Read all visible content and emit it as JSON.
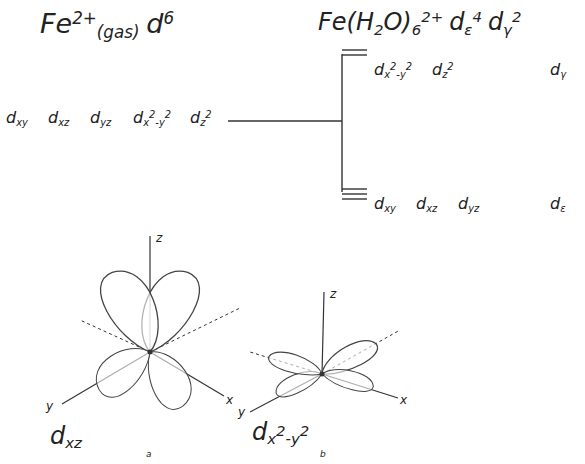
{
  "diagram": {
    "labels": [
      "Fe",
      "2+",
      "(gas)",
      "d",
      "6",
      "Fe(H",
      "2",
      "O)",
      "6",
      "2+",
      "d",
      "ε",
      "4",
      "d",
      "γ",
      "2",
      "d",
      "xy",
      "d",
      "xz",
      "d",
      "yz",
      "d",
      "x",
      "2",
      "-y",
      "2",
      "d",
      "z",
      "2",
      "d",
      "x",
      "2",
      "-y",
      "2",
      "d",
      "z",
      "2",
      "d",
      "γ",
      "d",
      "xy",
      "d",
      "xz",
      "d",
      "yz",
      "d",
      "ε",
      "z",
      "y",
      "x",
      "d",
      "xz",
      "a",
      "z",
      "y",
      "x",
      "d",
      "x",
      "2",
      "-y",
      "2",
      "b"
    ]
  }
}
